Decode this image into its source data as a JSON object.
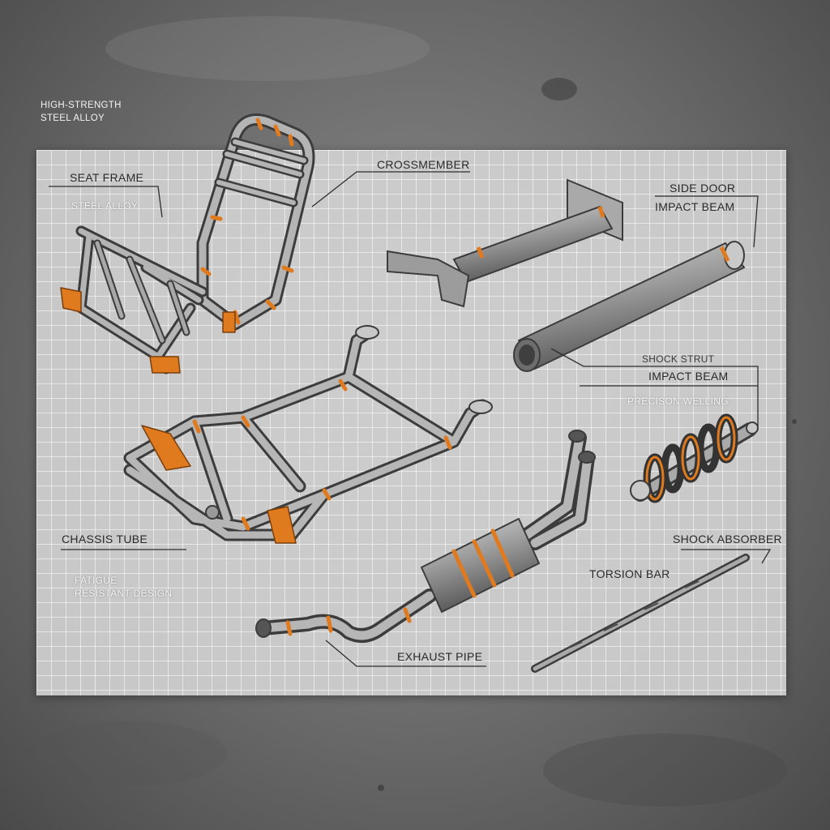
{
  "note_top_left": [
    "HIGH-STRENGTH",
    "STEEL ALLOY"
  ],
  "labels": {
    "seat_frame": "SEAT FRAME",
    "seat_material": "STEEL ALLOY",
    "crossmember": "CROSSMEMBER",
    "side_door_1": "SIDE DOOR",
    "side_door_2": "IMPACT BEAM",
    "shock_strut": "SHOCK STRUT",
    "impact_beam": "IMPACT BEAM",
    "precision_welding": "PRECISON WELLING",
    "chassis_tube": "CHASSIS TUBE",
    "fatigue_1": "FATIGUE",
    "fatigue_2": "RESISTANT DESIGN",
    "shock_absorber": "SHOCK ABSORBER",
    "torsion_bar": "TORSION BAR",
    "exhaust_pipe": "EXHAUST PIPE"
  },
  "colors": {
    "steel": "#8f8f8f",
    "steel_dark": "#4d4d4d",
    "steel_light": "#d8d8d8",
    "weld_orange": "#e07a1f",
    "grid_sheet": "#d6d6d6",
    "concrete": "#6e6e6e"
  }
}
